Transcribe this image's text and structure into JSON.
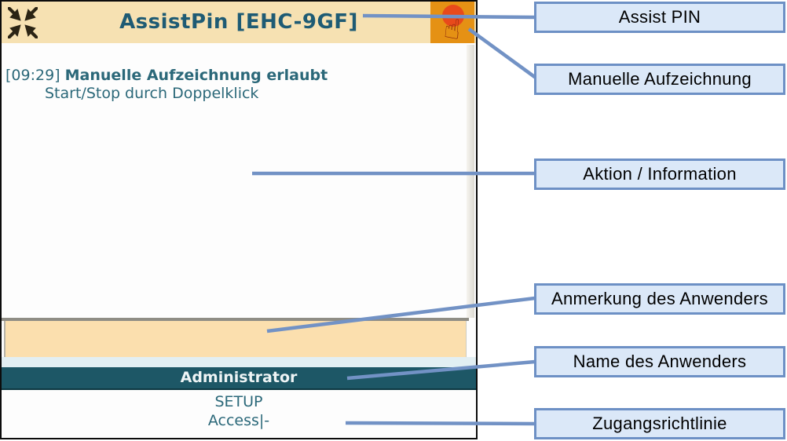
{
  "window": {
    "title": "AssistPin [EHC-9GF]",
    "message": {
      "timestamp": "[09:29]",
      "headline": "Manuelle Aufzeichnung erlaubt",
      "detail": "Start/Stop durch Doppelklick"
    },
    "note_value": "",
    "user_name": "Administrator",
    "access_policy_line1": "SETUP",
    "access_policy_line2": "Access|-"
  },
  "callouts": [
    "Assist PIN",
    "Manuelle Aufzeichnung",
    "Aktion / Information",
    "Anmerkung des Anwenders",
    "Name des Anwenders",
    "Zugangsrichtlinie"
  ],
  "icons": {
    "header_left": "compress-arrows-icon",
    "header_right": "hand-pointer-icon"
  },
  "colors": {
    "header_bg": "#f6e1b2",
    "accent_orange": "#e59114",
    "alert_red": "#e8401c",
    "teal_dark": "#1d5766",
    "teal_text": "#2b6879",
    "title_text": "#1e5b74",
    "note_bg": "#fbdfae",
    "callout_fill": "#dbe8f8",
    "callout_border": "#6d90c5",
    "callout_line": "#7292c5"
  }
}
